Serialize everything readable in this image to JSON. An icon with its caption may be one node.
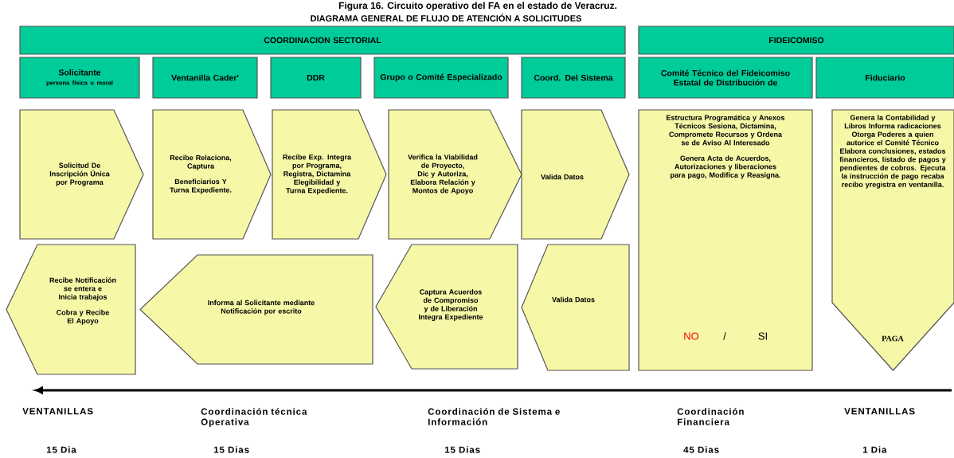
{
  "diagram": {
    "title": "DIAGRAMA GENERAL DE FLUJO DE ATENCIÓN A SOLICITUDES",
    "caption": "Figura 16. Circuito operativo del FA en el estado de Veracruz.",
    "nodes": [
      {
        "text": [
          "COORDINACION SECTORIAL"
        ]
      },
      {
        "text": [
          "FIDEICOMISO"
        ]
      },
      {
        "text": [
          "Solicitante",
          "persona física o moral"
        ]
      },
      {
        "text": [
          "Ventanilla Cader'"
        ]
      },
      {
        "text": [
          "DDR"
        ]
      },
      {
        "text": [
          "Grupo o Comité Especializado"
        ]
      },
      {
        "text": [
          "Coord. Del Sistema"
        ]
      },
      {
        "text": [
          "Comité Técnico del Fideicomiso Estatal de Distribución de"
        ]
      },
      {
        "text": [
          "Fiduciario"
        ]
      },
      {
        "text": [
          "Solicitud De Inscripción Única por Programa"
        ]
      },
      {
        "text": [
          "Recibe Relaciona, Captura",
          "Beneficiarios Y Turna Expediente."
        ]
      },
      {
        "text": [
          "Recibe Exp. Integra por Programa, Registra, Dictamina Elegibilidad y Turna Expediente."
        ]
      },
      {
        "text": [
          "Verifica la Viabilidad de Proyecto, Dic y Autoriza, Elabora Relación y Montos de Apoyo"
        ]
      },
      {
        "text": [
          "Valida Datos"
        ]
      },
      {
        "text": [
          "Estructura Programática y Anexos Técnicos Sesiona, Dictamina, Compromete Recursos y Ordena se de Aviso Al Interesado",
          "Genera Acta de Acuerdos, Autorizaciones y liberaciones para pago, Modifica y Reasigna.",
          "NO",
          "/",
          "SI"
        ]
      },
      {
        "text": [
          "Genera la Contabilidad y Libros Informa radicaciones Otorga Poderes a quien autorice el Comité Técnico Elabora conclusiones, estados financieros, listado de pagos y pendientes de cobros. Ejecuta la instrucción de pago recaba recibo yregistra en ventanilla.",
          "PAGA"
        ]
      },
      {
        "text": [
          "Recibe Notificación se entera e Inicia trabajos",
          "Cobra y Recibe El Apoyo"
        ]
      },
      {
        "text": [
          "Informa al Solicitante mediante Notificación por escrito"
        ]
      },
      {
        "text": [
          "Captura Acuerdos de Compromiso y de Liberación Integra Expediente"
        ]
      },
      {
        "text": [
          "Valida Datos"
        ]
      }
    ],
    "labels": [
      "VENTANILLAS",
      "Coordinación técnica Operativa",
      "Coordinación de Sistema e Información",
      "Coordinación Financiera",
      "VENTANILLAS",
      "15 Dia",
      "15 Dias",
      "15 Dias",
      "45 Dias",
      "1 Dia"
    ]
  }
}
